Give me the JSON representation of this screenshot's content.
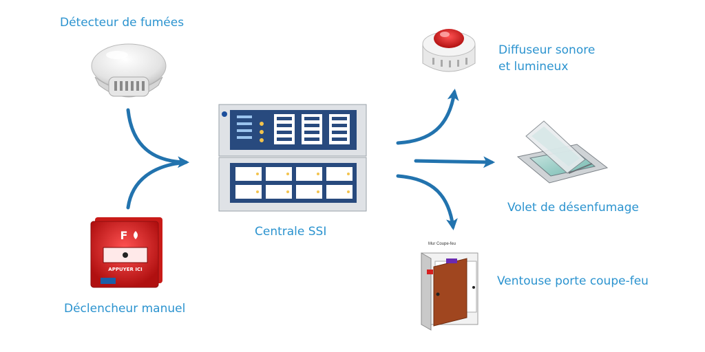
{
  "labels": {
    "smoke_detector": "Détecteur de fumées",
    "manual_call_point": "Déclencheur manuel",
    "central_unit": "Centrale SSI",
    "sounder_line1": "Diffuseur sonore",
    "sounder_line2": "et lumineux",
    "smoke_vent": "Volet de désenfumage",
    "door_holder": "Ventouse porte coupe-feu"
  },
  "door_caption": "Mur Coupe-feu",
  "call_point_text": {
    "letter": "F",
    "press_here": "APPUYER ICI"
  },
  "colors": {
    "label": "#2b93cf",
    "arrow": "#2273ae",
    "call_point_red": "#d8231f",
    "door_brown": "#a0461f",
    "panel_blue": "#284a7e"
  }
}
